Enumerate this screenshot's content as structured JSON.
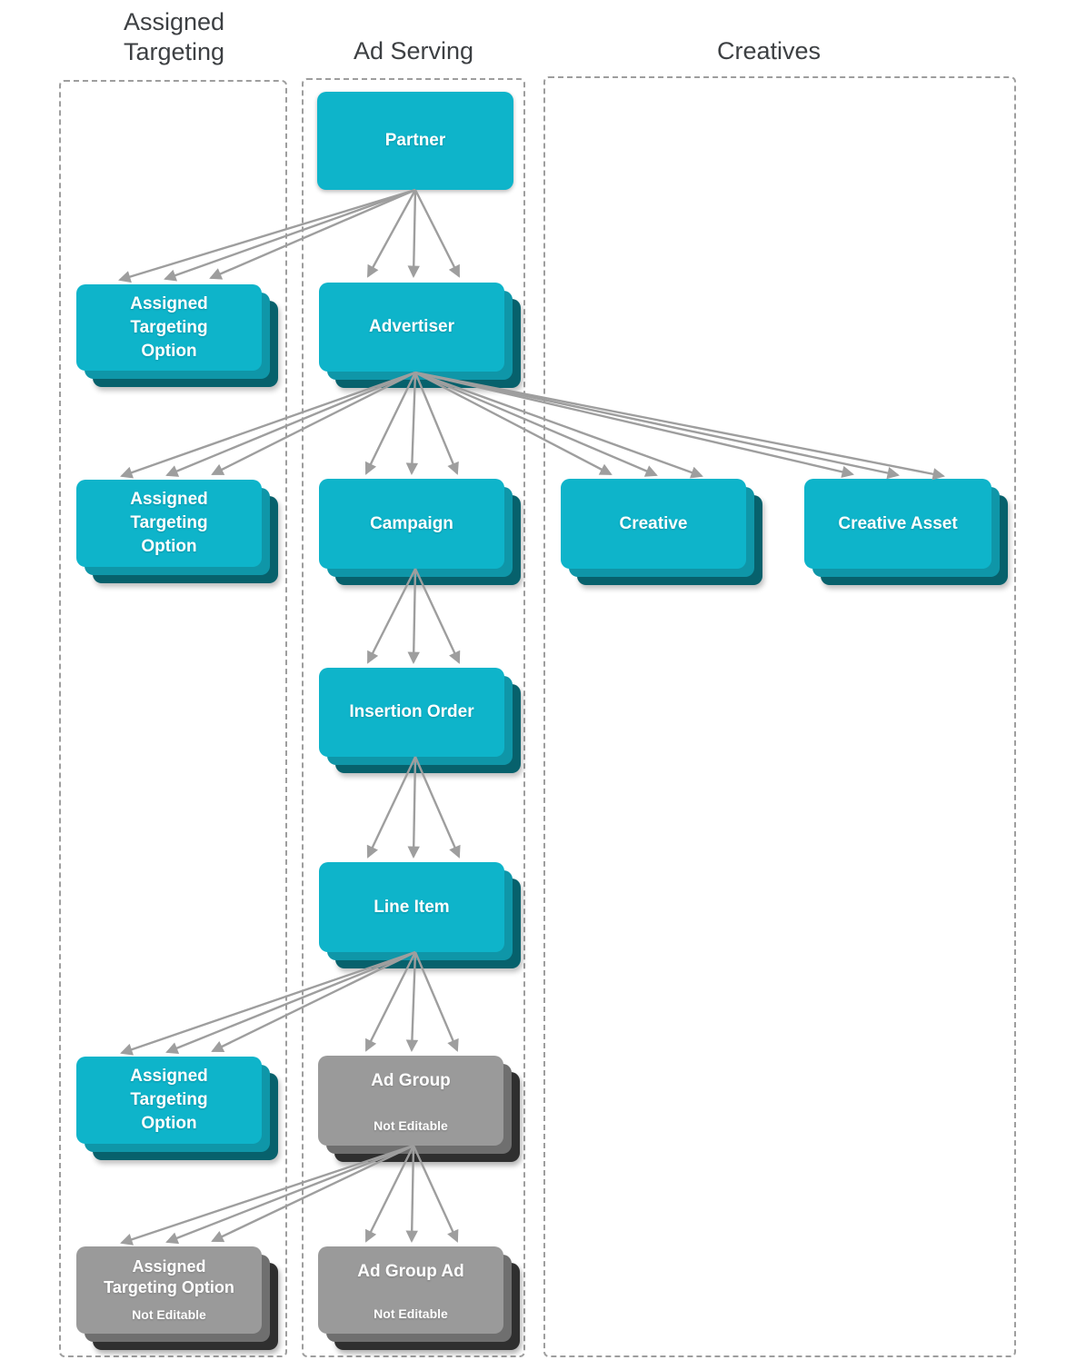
{
  "columns": {
    "assigned_targeting": {
      "title": "Assigned Targeting"
    },
    "ad_serving": {
      "title": "Ad Serving"
    },
    "creatives": {
      "title": "Creatives"
    }
  },
  "nodes": {
    "partner": {
      "label": "Partner"
    },
    "ato_partner": {
      "label": "Assigned Targeting Option"
    },
    "advertiser": {
      "label": "Advertiser"
    },
    "ato_advertiser": {
      "label": "Assigned Targeting Option"
    },
    "campaign": {
      "label": "Campaign"
    },
    "creative": {
      "label": "Creative"
    },
    "creative_asset": {
      "label": "Creative Asset"
    },
    "insertion_order": {
      "label": "Insertion Order"
    },
    "line_item": {
      "label": "Line Item"
    },
    "ato_line_item": {
      "label": "Assigned Targeting Option"
    },
    "ad_group": {
      "label": "Ad Group",
      "sublabel": "Not Editable"
    },
    "ato_ad_group": {
      "label": "Assigned Targeting Option",
      "sublabel": "Not Editable"
    },
    "ad_group_ad": {
      "label": "Ad Group Ad",
      "sublabel": "Not Editable"
    }
  },
  "edges": [
    {
      "from": "partner",
      "to": "ato_partner"
    },
    {
      "from": "partner",
      "to": "advertiser"
    },
    {
      "from": "advertiser",
      "to": "ato_advertiser"
    },
    {
      "from": "advertiser",
      "to": "campaign"
    },
    {
      "from": "advertiser",
      "to": "creative"
    },
    {
      "from": "advertiser",
      "to": "creative_asset"
    },
    {
      "from": "campaign",
      "to": "insertion_order"
    },
    {
      "from": "insertion_order",
      "to": "line_item"
    },
    {
      "from": "line_item",
      "to": "ato_line_item"
    },
    {
      "from": "line_item",
      "to": "ad_group"
    },
    {
      "from": "ad_group",
      "to": "ato_ad_group"
    },
    {
      "from": "ad_group",
      "to": "ad_group_ad"
    }
  ],
  "colors": {
    "box_teal": "#0eb4ca",
    "box_teal_mid": "#0f96a8",
    "box_teal_back": "#07616c",
    "box_gray": "#9a9a9a",
    "box_gray_mid": "#6f6f6f",
    "box_gray_back": "#2f2f2f",
    "arrow": "#9e9e9e",
    "container_border": "#9e9e9e",
    "header_text": "#3d4043",
    "label_text": "#ffffff"
  }
}
